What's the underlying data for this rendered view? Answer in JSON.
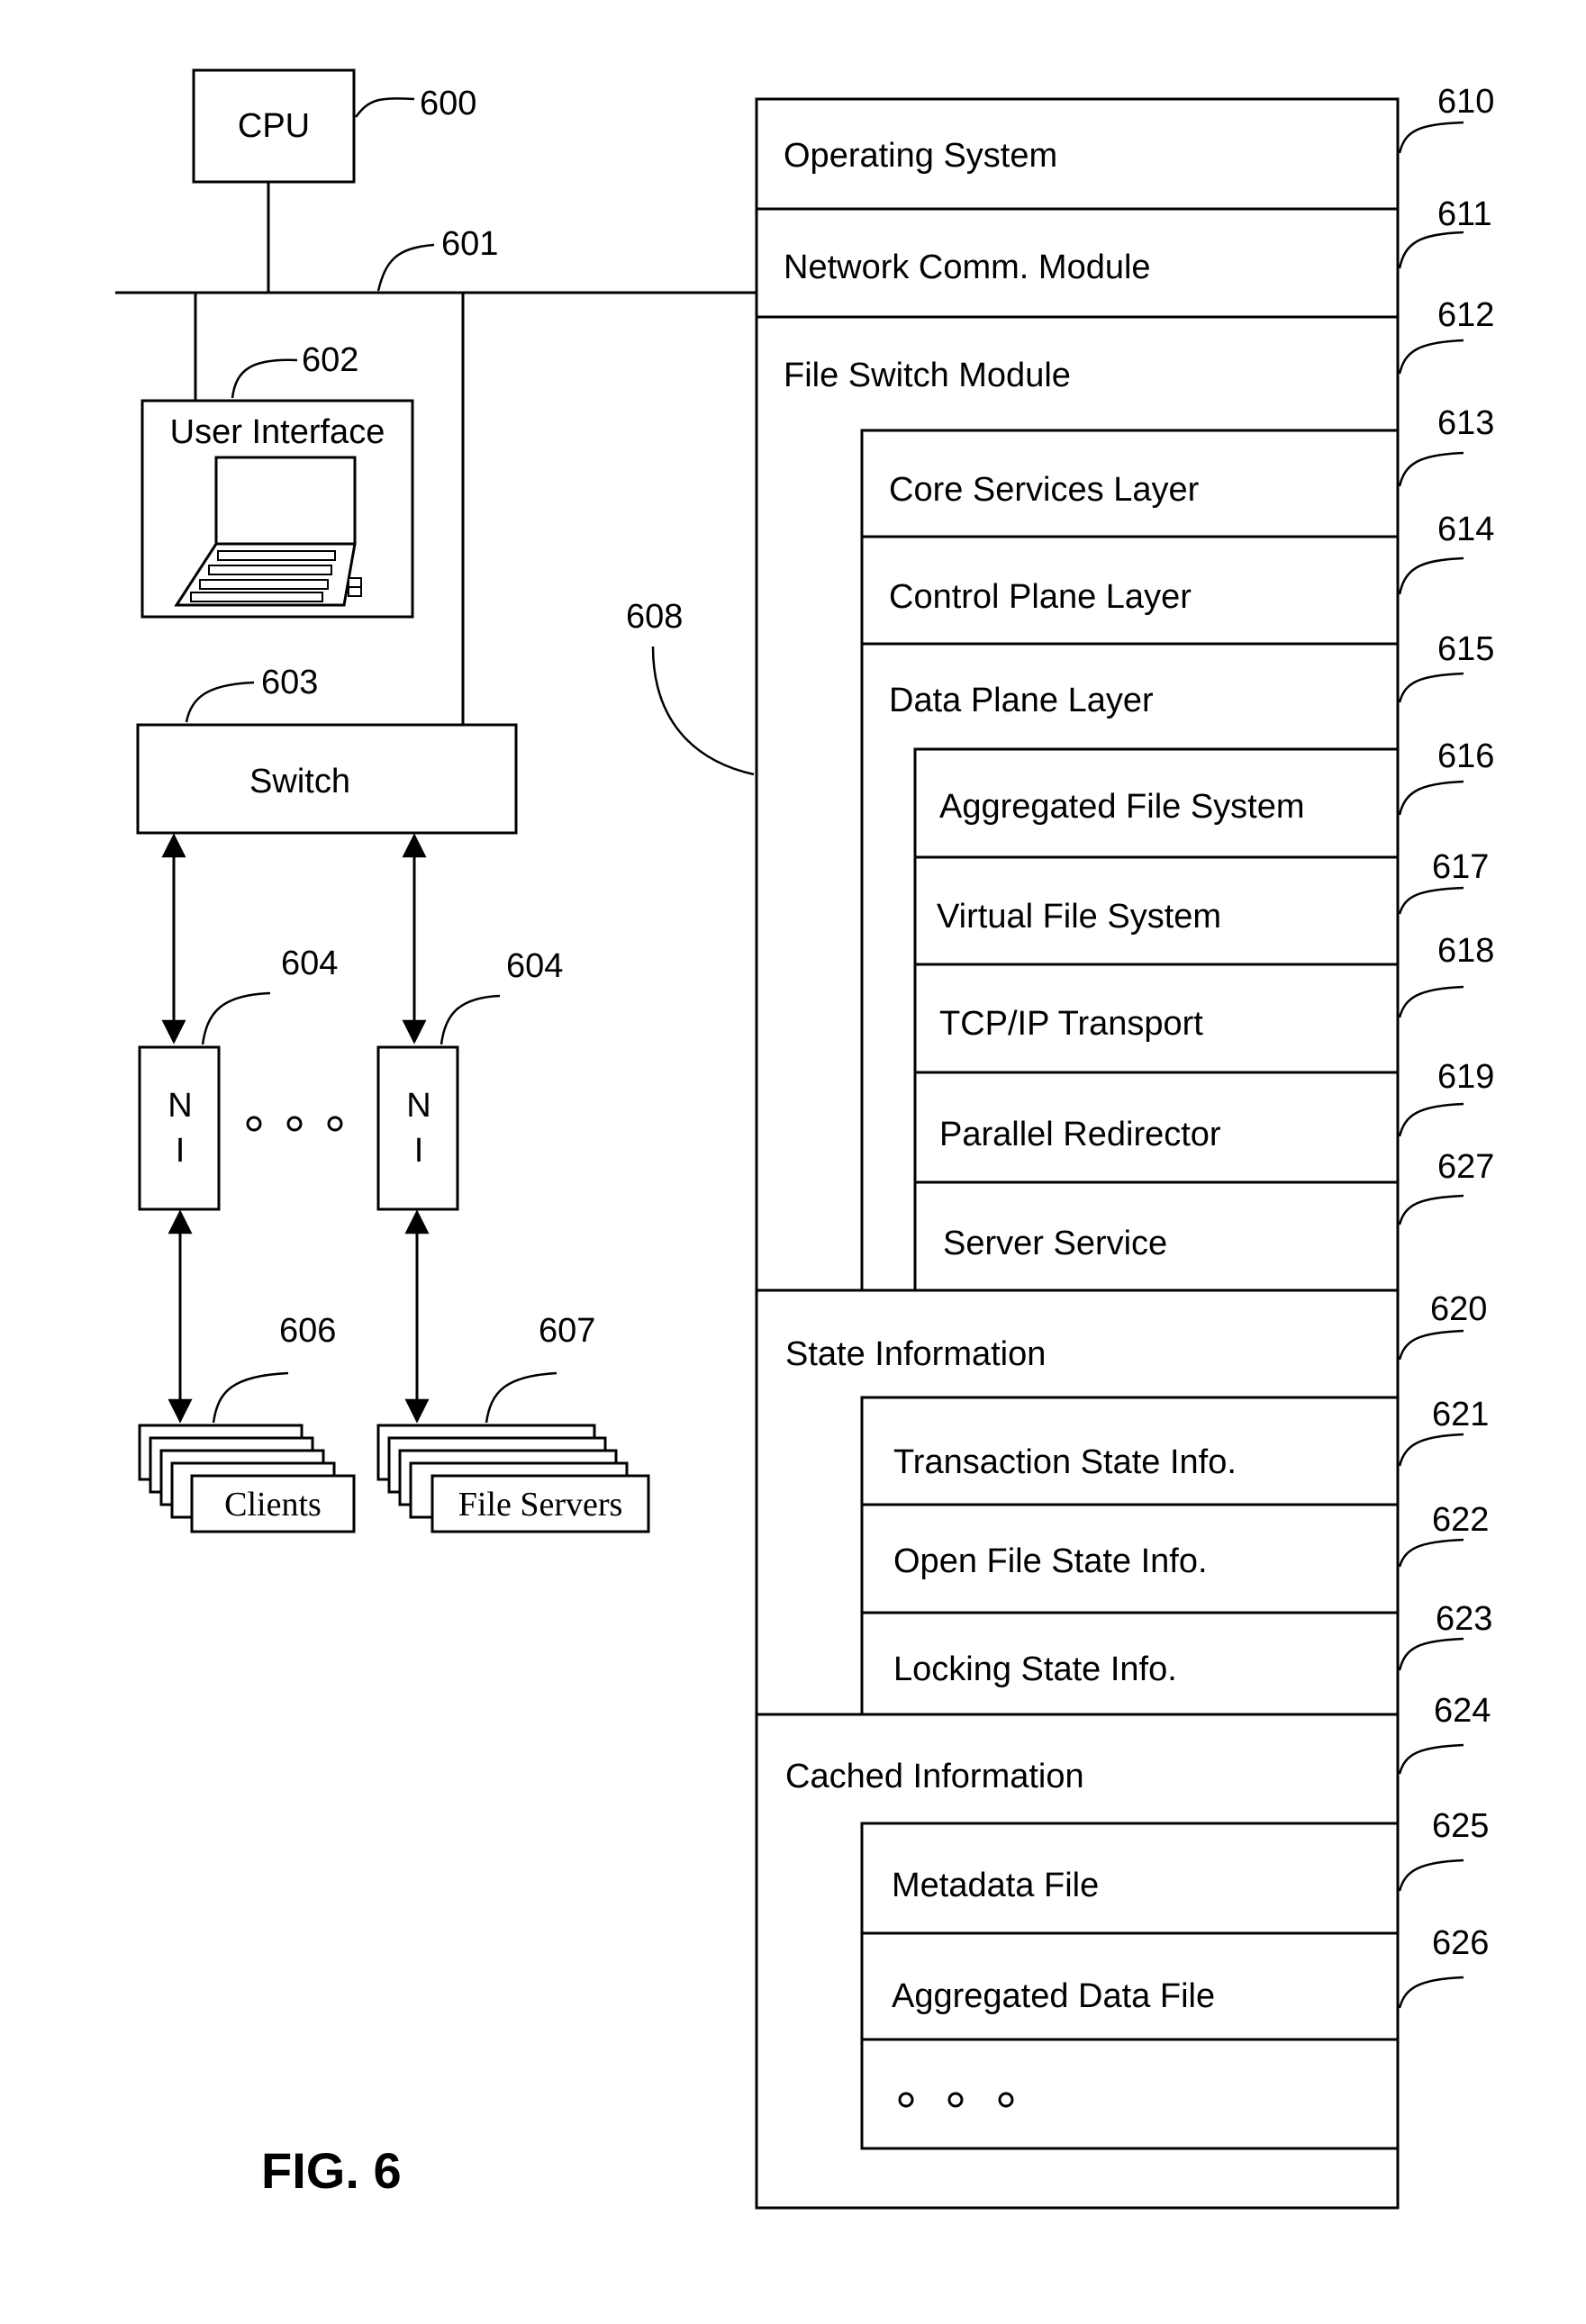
{
  "figure_label": "FIG. 6",
  "hardware": {
    "cpu": {
      "label": "CPU",
      "ref": "600"
    },
    "bus": {
      "ref": "601"
    },
    "user_interface": {
      "label": "User Interface",
      "ref": "602"
    },
    "switch": {
      "label": "Switch",
      "ref": "603"
    },
    "network_interfaces": [
      {
        "label_line1": "N",
        "label_line2": "I",
        "ref": "604"
      },
      {
        "label_line1": "N",
        "label_line2": "I",
        "ref": "604"
      }
    ],
    "clients": {
      "label": "Clients",
      "ref": "606"
    },
    "file_servers": {
      "label": "File Servers",
      "ref": "607"
    }
  },
  "memory": {
    "ref": "608",
    "sections": [
      {
        "label": "Operating System",
        "ref": "610"
      },
      {
        "label": "Network Comm. Module",
        "ref": "611"
      },
      {
        "label": "File Switch Module",
        "ref": "612"
      },
      {
        "label": "Core Services Layer",
        "ref": "613"
      },
      {
        "label": "Control Plane Layer",
        "ref": "614"
      },
      {
        "label": "Data Plane Layer",
        "ref": "615"
      },
      {
        "label": "Aggregated File System",
        "ref": "616"
      },
      {
        "label": "Virtual File System",
        "ref": "617"
      },
      {
        "label": "TCP/IP Transport",
        "ref": "618"
      },
      {
        "label": "Parallel Redirector",
        "ref": "619"
      },
      {
        "label": "Server Service",
        "ref": "627"
      },
      {
        "label": "State Information",
        "ref": "620"
      },
      {
        "label": "Transaction State Info.",
        "ref": "621"
      },
      {
        "label": "Open File State Info.",
        "ref": "622"
      },
      {
        "label": "Locking State Info.",
        "ref": "623"
      },
      {
        "label": "Cached Information",
        "ref": "624"
      },
      {
        "label": "Metadata File",
        "ref": "625"
      },
      {
        "label": "Aggregated Data File",
        "ref": "626"
      }
    ]
  }
}
